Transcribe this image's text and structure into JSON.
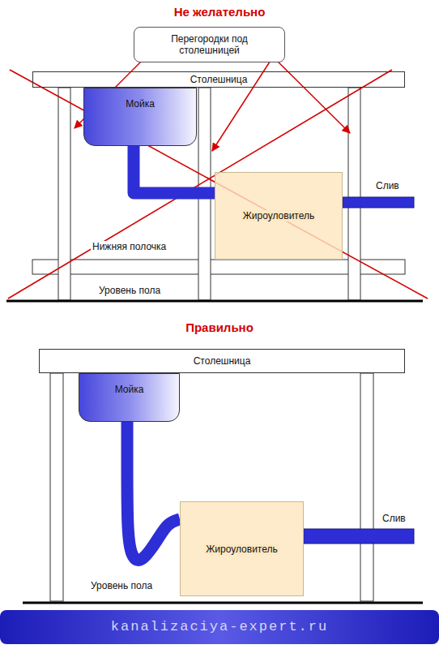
{
  "diagram": {
    "nodes": [
      {
        "text": [
          "Перегородки под столешницей"
        ]
      },
      {
        "text": [
          "Столешница"
        ]
      },
      {
        "text": [
          "Мойка"
        ]
      },
      {
        "text": [
          "Жироуловитель"
        ]
      },
      {
        "text": [
          "Столешница"
        ]
      },
      {
        "text": [
          "Мойка"
        ]
      },
      {
        "text": [
          "Жироуловитель"
        ]
      },
      {
        "text": [
          "kanalizaciya-expert.ru"
        ]
      }
    ],
    "edges": [
      {
        "from": 2,
        "to": 3,
        "arrow": "none"
      },
      {
        "from": 5,
        "to": 6,
        "arrow": "none"
      }
    ],
    "labels": [
      "Не желательно",
      "Слив",
      "Нижняя полочка",
      "Уровень пола",
      "Правильно",
      "Слив",
      "Уровень пола"
    ]
  }
}
